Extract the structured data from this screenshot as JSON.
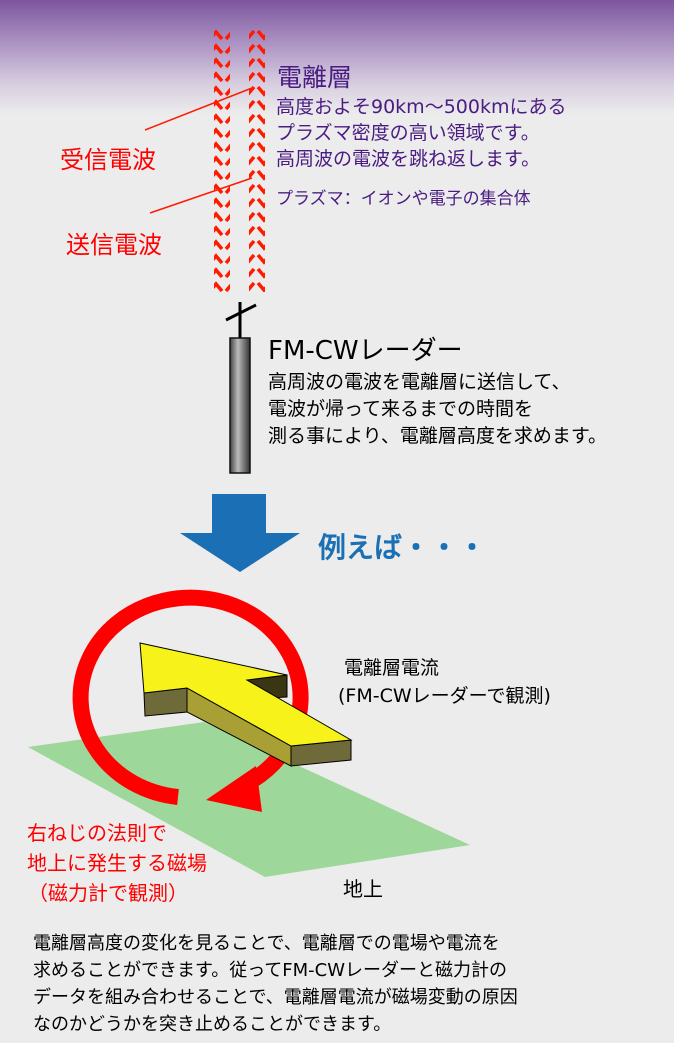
{
  "ionosphere": {
    "title": "電離層",
    "lines": [
      "高度およそ90km〜500kmにある",
      "プラズマ密度の高い領域です。",
      "高周波の電波を跳ね返します。"
    ],
    "note": "プラズマ：イオンや電子の集合体"
  },
  "waves": {
    "received": "受信電波",
    "transmitted": "送信電波"
  },
  "radar": {
    "title": "FM-CWレーダー",
    "lines": [
      "高周波の電波を電離層に送信して、",
      "電波が帰って来るまでの時間を",
      "測る事により、電離層高度を求めます。"
    ]
  },
  "example": "例えば・・・",
  "current": {
    "title": "電離層電流",
    "note": "(FM-CWレーダーで観測)"
  },
  "magnetic": {
    "lines": [
      "右ねじの法則で",
      "地上に発生する磁場",
      "（磁力計で観測）"
    ]
  },
  "ground": "地上",
  "summary": [
    "電離層高度の変化を見ることで、電離層での電場や電流を",
    "求めることができます。従ってFM-CWレーダーと磁力計の",
    "データを組み合わせることで、電離層電流が磁場変動の原因",
    "なのかどうかを突き止めることができます。"
  ],
  "colors": {
    "purple": "#4a1c82",
    "red": "#ff0000",
    "blue": "#1a6fb5",
    "yellow": "#f6f21a",
    "green": "#9ed79a"
  }
}
